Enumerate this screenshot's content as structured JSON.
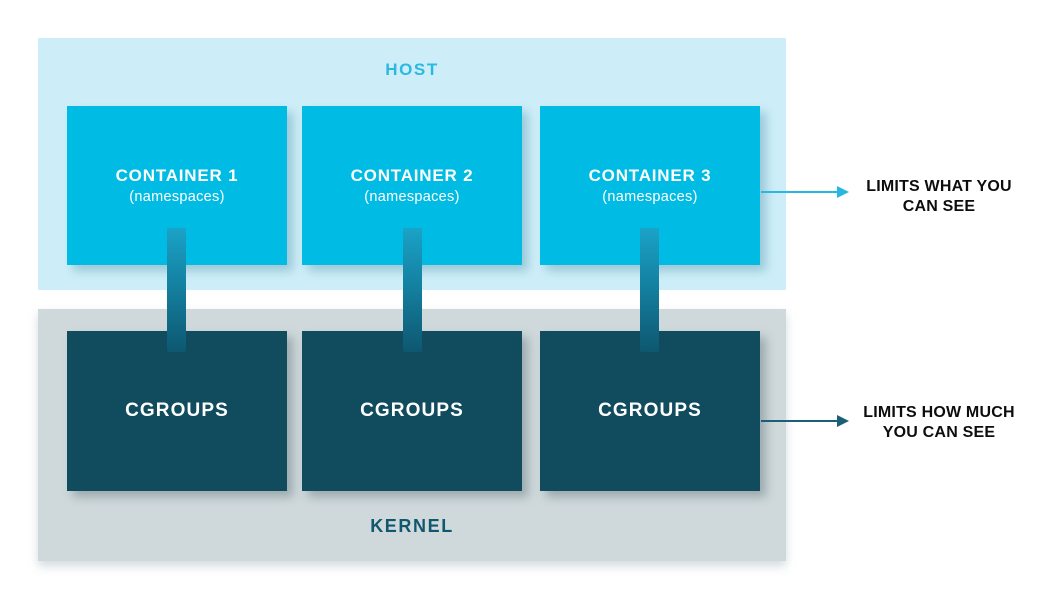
{
  "host": {
    "label": "HOST",
    "containers": [
      {
        "title": "CONTAINER 1",
        "subtitle": "(namespaces)"
      },
      {
        "title": "CONTAINER 2",
        "subtitle": "(namespaces)"
      },
      {
        "title": "CONTAINER 3",
        "subtitle": "(namespaces)"
      }
    ]
  },
  "kernel": {
    "label": "KERNEL",
    "cgroups": [
      {
        "title": "CGROUPS"
      },
      {
        "title": "CGROUPS"
      },
      {
        "title": "CGROUPS"
      }
    ]
  },
  "callouts": {
    "namespaces": {
      "line1": "LIMITS WHAT YOU",
      "line2": "CAN SEE"
    },
    "cgroups": {
      "line1": "LIMITS HOW MUCH",
      "line2": "YOU CAN SEE"
    }
  },
  "colors": {
    "host_bg": "#cdeef8",
    "container_bg": "#00bce4",
    "kernel_bg": "#cfd9dc",
    "cgroup_bg": "#114c5e",
    "host_label_text": "#2ab9e2",
    "kernel_label_text": "#11586e",
    "box_text": "#ffffff",
    "callout_text": "#0d0d0d",
    "namespaces_arrow": "#29b6e0",
    "cgroups_arrow": "#1b5f76",
    "connector_gradient_top": "#1aa3c8",
    "connector_gradient_bottom": "#0e5770"
  }
}
